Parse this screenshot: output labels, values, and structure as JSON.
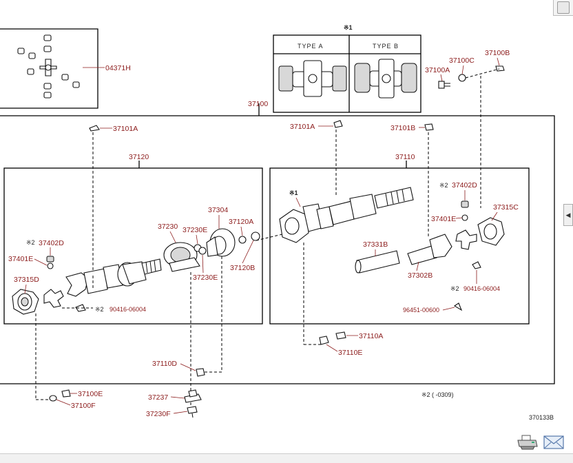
{
  "type_box": {
    "mark": "※1",
    "type_a": "TYPE A",
    "type_b": "TYPE B"
  },
  "parts": {
    "p04371H": "04371H",
    "p37100": "37100",
    "p37100C": "37100C",
    "p37100B": "37100B",
    "p37100A": "37100A",
    "p37101A_left": "37101A",
    "p37101A_mid": "37101A",
    "p37101B": "37101B",
    "p37120": "37120",
    "p37110": "37110",
    "p37304": "37304",
    "p37230": "37230",
    "p37230E_top": "37230E",
    "p37230E_bot": "37230E",
    "p37120A": "37120A",
    "p37120B": "37120B",
    "p37402D_left": "37402D",
    "p37401E_left": "37401E",
    "p37315D": "37315D",
    "p90416_left": "90416-06004",
    "p37402D_right": "37402D",
    "p37401E_right": "37401E",
    "p37315C": "37315C",
    "p37331B": "37331B",
    "p37302B": "37302B",
    "p90416_right": "90416-06004",
    "p96451": "96451-00600",
    "p37110A": "37110A",
    "p37110E": "37110E",
    "p37110D": "37110D",
    "p37100E": "37100E",
    "p37100F": "37100F",
    "p37237": "37237",
    "p37230F": "37230F"
  },
  "notes": {
    "mark2": "※2",
    "footnote": "※2 (     -0309)",
    "diagram_code": "370133B"
  },
  "icons": {
    "print": "printer-icon",
    "mail": "envelope-icon"
  }
}
